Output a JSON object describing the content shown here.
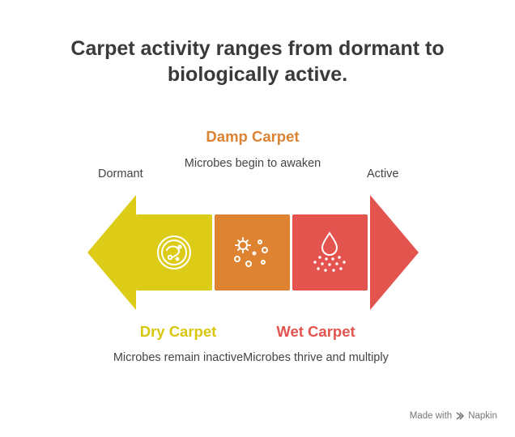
{
  "title": "Carpet activity ranges from dormant to biologically active.",
  "scale": {
    "left": "Dormant",
    "right": "Active"
  },
  "stages": [
    {
      "heading": "Dry Carpet",
      "description": "Microbes remain inactive",
      "color": "#dccb17",
      "icon": "petri-dish-microbe-icon"
    },
    {
      "heading": "Damp Carpet",
      "description": "Microbes begin to awaken",
      "color": "#dd8331",
      "icon": "spreading-microbes-icon"
    },
    {
      "heading": "Wet Carpet",
      "description": "Microbes thrive and multiply",
      "color": "#e3544f",
      "icon": "water-drop-spray-icon"
    }
  ],
  "footer": {
    "made_with": "Made with",
    "brand": "Napkin"
  }
}
